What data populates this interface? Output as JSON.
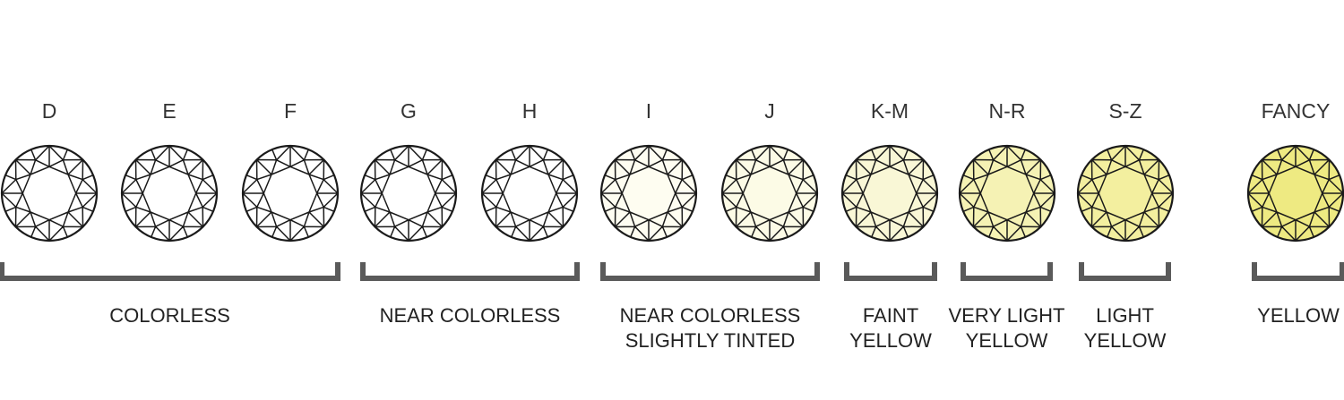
{
  "grades": [
    {
      "label": "D",
      "fill": "#ffffff"
    },
    {
      "label": "E",
      "fill": "#ffffff"
    },
    {
      "label": "F",
      "fill": "#ffffff"
    },
    {
      "label": "G",
      "fill": "#ffffff"
    },
    {
      "label": "H",
      "fill": "#ffffff"
    },
    {
      "label": "I",
      "fill": "#fefdf1"
    },
    {
      "label": "J",
      "fill": "#fcfbe6"
    },
    {
      "label": "K-M",
      "fill": "#f9f7d6"
    },
    {
      "label": "N-R",
      "fill": "#f5f2b4"
    },
    {
      "label": "S-Z",
      "fill": "#f3ef9f"
    },
    {
      "label": "FANCY",
      "fill": "#eeea82"
    }
  ],
  "groups": [
    {
      "lines": [
        "COLORLESS"
      ],
      "from": 0,
      "to": 2
    },
    {
      "lines": [
        "NEAR COLORLESS"
      ],
      "from": 3,
      "to": 4
    },
    {
      "lines": [
        "NEAR COLORLESS",
        "SLIGHTLY TINTED"
      ],
      "from": 5,
      "to": 6
    },
    {
      "lines": [
        "FAINT",
        "YELLOW"
      ],
      "from": 7,
      "to": 7
    },
    {
      "lines": [
        "VERY LIGHT",
        "YELLOW"
      ],
      "from": 8,
      "to": 8
    },
    {
      "lines": [
        "LIGHT",
        "YELLOW"
      ],
      "from": 9,
      "to": 9
    },
    {
      "lines": [
        "YELLOW"
      ],
      "from": 10,
      "to": 10
    }
  ],
  "colors": {
    "outline": "#1a1a1a",
    "bracket": "#5a5a5a",
    "text": "#333333"
  }
}
